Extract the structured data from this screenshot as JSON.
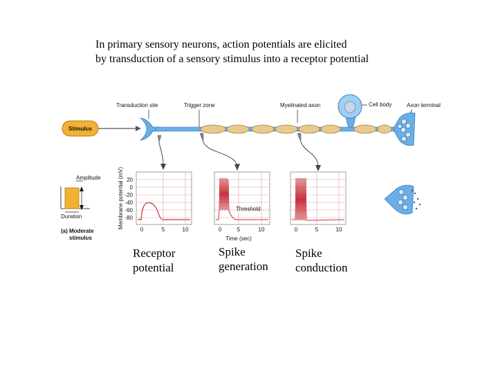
{
  "caption": "In primary sensory neurons, action potentials are elicited\nby transduction of a sensory stimulus into a receptor potential",
  "labels": {
    "transduction_site": "Transduction site",
    "trigger_zone": "Trigger zone",
    "myelinated_axon": "Myelinated axon",
    "cell_body": "Cell body",
    "axon_terminal": "Axon terminal",
    "stimulus": "Stimulus",
    "amplitude": "Amplitude",
    "duration": "Duration",
    "panel_a_line1": "(a) Moderate",
    "panel_a_line2": "stimulus",
    "threshold": "Threshold",
    "y_axis": "Membrane potential (mV)",
    "x_axis": "Time (sec)"
  },
  "y_ticks": [
    "20",
    "0",
    "-20",
    "-40",
    "-60",
    "-80"
  ],
  "x_ticks": [
    "0",
    "5",
    "10"
  ],
  "sublabels": {
    "receptor": "Receptor\npotential",
    "spike_generation": "Spike\ngeneration",
    "spike_conduction": "Spike\nconduction"
  },
  "colors": {
    "axon": "#6aaee6",
    "myelin": "#e8c98e",
    "stimulus_box": "#f2b134",
    "trace": "#c8323c",
    "grid": "#d9a4a8"
  }
}
